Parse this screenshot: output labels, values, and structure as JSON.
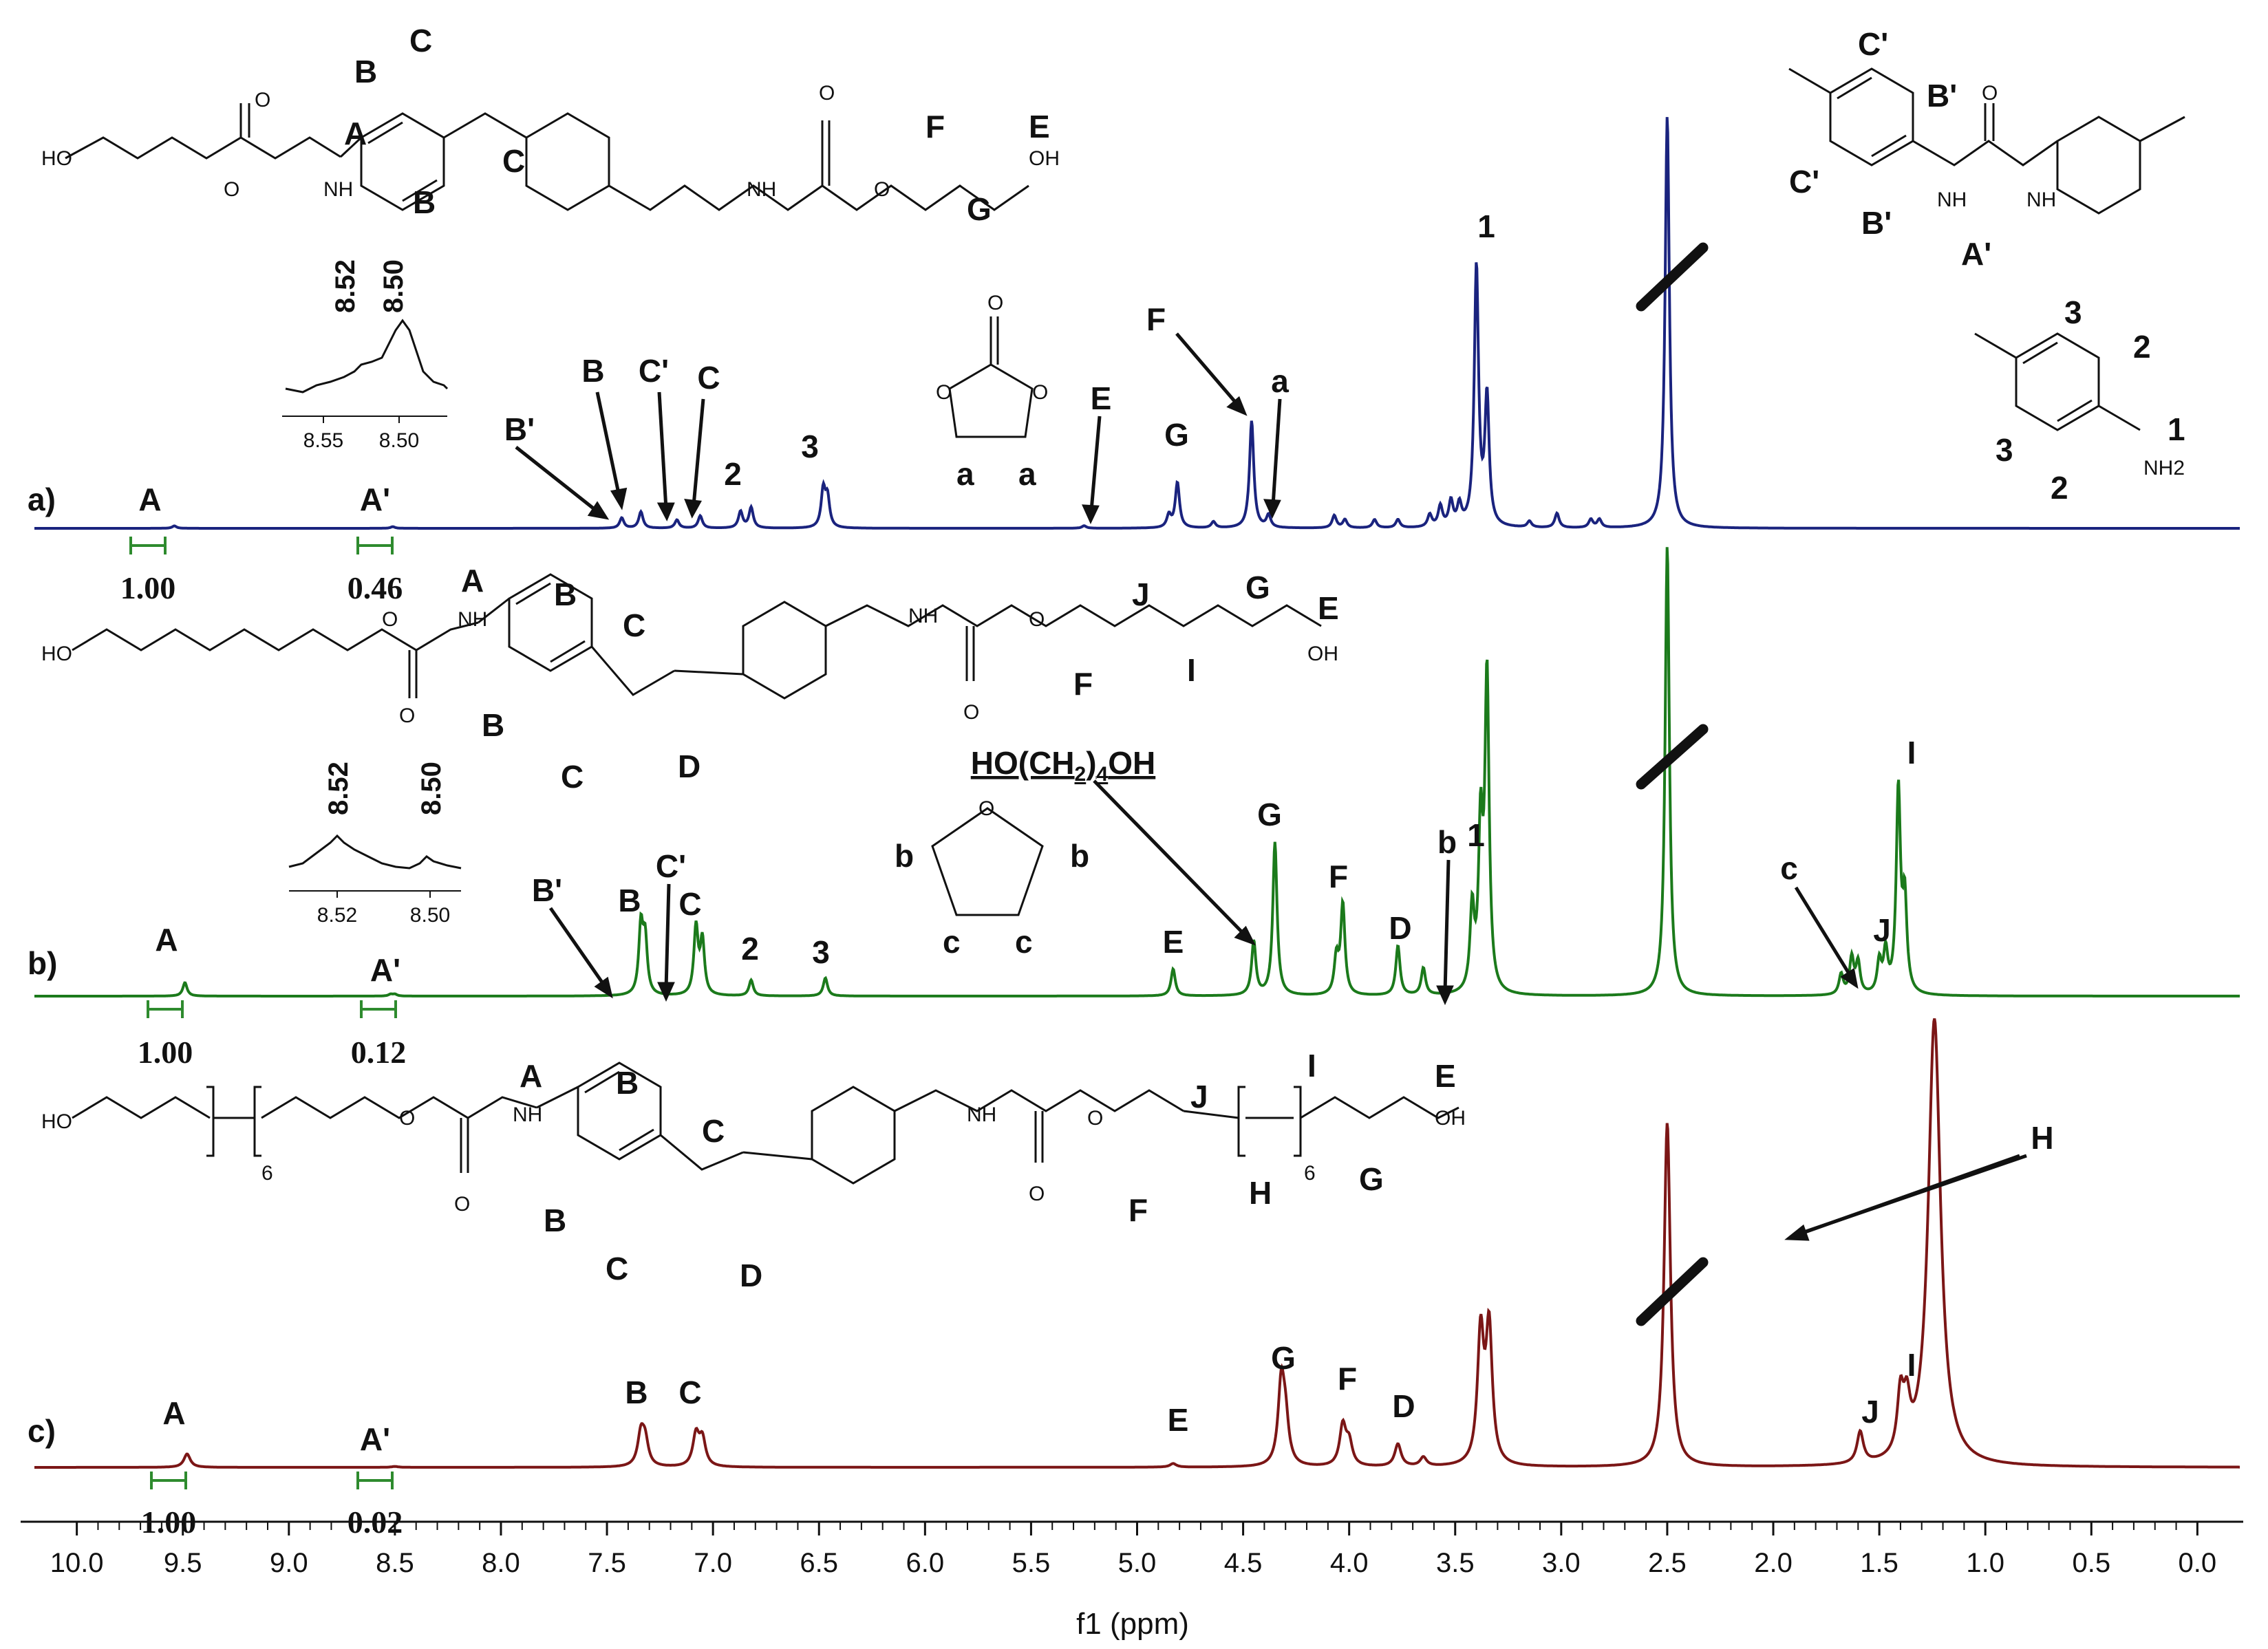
{
  "chart_data": {
    "type": "line",
    "title": "",
    "xlabel": "f1 (ppm)",
    "ylabel": "",
    "xlim": [
      10.2,
      -0.2
    ],
    "x_reversed": true,
    "grid": false,
    "legend": "none",
    "x_ticks": [
      "10.0",
      "9.5",
      "9.0",
      "8.5",
      "8.0",
      "7.5",
      "7.0",
      "6.5",
      "6.0",
      "5.5",
      "5.0",
      "4.5",
      "4.0",
      "3.5",
      "3.0",
      "2.5",
      "2.0",
      "1.5",
      "1.0",
      "0.5",
      "0.0"
    ],
    "series": [
      {
        "label": "a)",
        "color": "#1a237e",
        "peaks": [
          {
            "x": 9.54,
            "h": 0.006
          },
          {
            "x": 8.51,
            "h": 0.004
          },
          {
            "x": 7.43,
            "h": 0.025
          },
          {
            "x": 7.34,
            "h": 0.04
          },
          {
            "x": 7.17,
            "h": 0.02
          },
          {
            "x": 7.06,
            "h": 0.03
          },
          {
            "x": 6.87,
            "h": 0.04
          },
          {
            "x": 6.82,
            "h": 0.05
          },
          {
            "x": 6.48,
            "h": 0.09
          },
          {
            "x": 6.46,
            "h": 0.07
          },
          {
            "x": 5.25,
            "h": 0.006
          },
          {
            "x": 4.85,
            "h": 0.03
          },
          {
            "x": 4.81,
            "h": 0.11
          },
          {
            "x": 4.64,
            "h": 0.015
          },
          {
            "x": 4.46,
            "h": 0.26
          },
          {
            "x": 4.38,
            "h": 0.03
          },
          {
            "x": 4.07,
            "h": 0.03
          },
          {
            "x": 4.02,
            "h": 0.02
          },
          {
            "x": 3.88,
            "h": 0.02
          },
          {
            "x": 3.77,
            "h": 0.02
          },
          {
            "x": 3.62,
            "h": 0.03
          },
          {
            "x": 3.57,
            "h": 0.05
          },
          {
            "x": 3.52,
            "h": 0.06
          },
          {
            "x": 3.48,
            "h": 0.05
          },
          {
            "x": 3.4,
            "h": 0.63
          },
          {
            "x": 3.35,
            "h": 0.31
          },
          {
            "x": 3.15,
            "h": 0.015
          },
          {
            "x": 3.02,
            "h": 0.035
          },
          {
            "x": 2.86,
            "h": 0.02
          },
          {
            "x": 2.82,
            "h": 0.02
          },
          {
            "x": 2.5,
            "h": 1.0
          }
        ],
        "integrals": [
          {
            "x": 9.54,
            "value": "1.00"
          },
          {
            "x": 8.5,
            "value": "0.46"
          }
        ],
        "labels": [
          {
            "text": "A",
            "x": 9.54
          },
          {
            "text": "A'",
            "x": 8.5
          },
          {
            "text": "B'",
            "x": 7.7
          },
          {
            "text": "B",
            "x": 7.4
          },
          {
            "text": "C'",
            "x": 7.1
          },
          {
            "text": "C",
            "x": 6.9
          },
          {
            "text": "2",
            "x": 6.8
          },
          {
            "text": "3",
            "x": 6.5
          },
          {
            "text": "E",
            "x": 5.2
          },
          {
            "text": "G",
            "x": 4.8
          },
          {
            "text": "F",
            "x": 4.7
          },
          {
            "text": "a",
            "x": 4.3
          },
          {
            "text": "1",
            "x": 3.4
          }
        ],
        "inset": {
          "ticks": [
            "8.55",
            "8.50"
          ],
          "peaks": [
            "8.52",
            "8.50"
          ]
        }
      },
      {
        "label": "b)",
        "color": "#1b7a1b",
        "peaks": [
          {
            "x": 9.49,
            "h": 0.03
          },
          {
            "x": 8.52,
            "h": 0.004
          },
          {
            "x": 8.5,
            "h": 0.004
          },
          {
            "x": 7.34,
            "h": 0.15
          },
          {
            "x": 7.32,
            "h": 0.12
          },
          {
            "x": 7.08,
            "h": 0.15
          },
          {
            "x": 7.05,
            "h": 0.12
          },
          {
            "x": 6.82,
            "h": 0.035
          },
          {
            "x": 6.47,
            "h": 0.04
          },
          {
            "x": 4.83,
            "h": 0.06
          },
          {
            "x": 4.45,
            "h": 0.12
          },
          {
            "x": 4.35,
            "h": 0.34
          },
          {
            "x": 4.06,
            "h": 0.08
          },
          {
            "x": 4.03,
            "h": 0.2
          },
          {
            "x": 3.77,
            "h": 0.11
          },
          {
            "x": 3.65,
            "h": 0.06
          },
          {
            "x": 3.42,
            "h": 0.18
          },
          {
            "x": 3.38,
            "h": 0.35
          },
          {
            "x": 3.35,
            "h": 0.7
          },
          {
            "x": 2.5,
            "h": 1.0
          },
          {
            "x": 1.68,
            "h": 0.045
          },
          {
            "x": 1.63,
            "h": 0.08
          },
          {
            "x": 1.6,
            "h": 0.07
          },
          {
            "x": 1.5,
            "h": 0.07
          },
          {
            "x": 1.47,
            "h": 0.09
          },
          {
            "x": 1.41,
            "h": 0.45
          },
          {
            "x": 1.38,
            "h": 0.2
          }
        ],
        "integrals": [
          {
            "x": 9.49,
            "value": "1.00"
          },
          {
            "x": 8.5,
            "value": "0.12"
          }
        ],
        "labels": [
          {
            "text": "A",
            "x": 9.49
          },
          {
            "text": "A'",
            "x": 8.5
          },
          {
            "text": "B'",
            "x": 7.7
          },
          {
            "text": "B",
            "x": 7.33
          },
          {
            "text": "C'",
            "x": 7.2
          },
          {
            "text": "C",
            "x": 7.0
          },
          {
            "text": "2",
            "x": 6.8
          },
          {
            "text": "3",
            "x": 6.47
          },
          {
            "text": "E",
            "x": 4.83
          },
          {
            "text": "HO(CH2)4OH",
            "x": 4.6
          },
          {
            "text": "G",
            "x": 4.36
          },
          {
            "text": "F",
            "x": 4.04
          },
          {
            "text": "D",
            "x": 3.77
          },
          {
            "text": "b",
            "x": 3.55
          },
          {
            "text": "1",
            "x": 3.4
          },
          {
            "text": "c",
            "x": 1.8
          },
          {
            "text": "J",
            "x": 1.55
          },
          {
            "text": "I",
            "x": 1.42
          }
        ],
        "inset": {
          "ticks": [
            "8.52",
            "8.50"
          ],
          "peaks": [
            "8.52",
            "8.50"
          ]
        }
      },
      {
        "label": "c)",
        "color": "#7b1616",
        "peaks": [
          {
            "x": 9.48,
            "h": 0.03
          },
          {
            "x": 8.5,
            "h": 0.002
          },
          {
            "x": 7.34,
            "h": 0.07
          },
          {
            "x": 7.32,
            "h": 0.055
          },
          {
            "x": 7.08,
            "h": 0.07
          },
          {
            "x": 7.05,
            "h": 0.06
          },
          {
            "x": 4.83,
            "h": 0.008
          },
          {
            "x": 4.32,
            "h": 0.18
          },
          {
            "x": 4.3,
            "h": 0.09
          },
          {
            "x": 4.03,
            "h": 0.09
          },
          {
            "x": 4.0,
            "h": 0.05
          },
          {
            "x": 3.77,
            "h": 0.05
          },
          {
            "x": 3.65,
            "h": 0.02
          },
          {
            "x": 3.38,
            "h": 0.29
          },
          {
            "x": 3.34,
            "h": 0.3
          },
          {
            "x": 2.5,
            "h": 0.77
          },
          {
            "x": 1.59,
            "h": 0.07
          },
          {
            "x": 1.4,
            "h": 0.13
          },
          {
            "x": 1.37,
            "h": 0.1
          },
          {
            "x": 1.24,
            "h": 1.0
          }
        ],
        "integrals": [
          {
            "x": 9.48,
            "value": "1.00"
          },
          {
            "x": 8.5,
            "value": "0.02"
          }
        ],
        "labels": [
          {
            "text": "A",
            "x": 9.48
          },
          {
            "text": "A'",
            "x": 8.5
          },
          {
            "text": "B",
            "x": 7.33
          },
          {
            "text": "C",
            "x": 7.06
          },
          {
            "text": "E",
            "x": 4.83
          },
          {
            "text": "G",
            "x": 4.31
          },
          {
            "text": "F",
            "x": 4.02
          },
          {
            "text": "D",
            "x": 3.77
          },
          {
            "text": "J",
            "x": 1.59
          },
          {
            "text": "I",
            "x": 1.39
          },
          {
            "text": "H",
            "x": 1.1
          }
        ]
      }
    ]
  },
  "structures": {
    "a_main": {
      "atoms": [
        "HO",
        "O",
        "O",
        "NH",
        "NH",
        "O",
        "O",
        "OH"
      ],
      "labels": [
        "A",
        "B",
        "C",
        "B",
        "C",
        "F",
        "E",
        "G"
      ]
    },
    "a_urea": {
      "atoms": [
        "O",
        "NH",
        "NH"
      ],
      "labels": [
        "C'",
        "B'",
        "C'",
        "B'",
        "A'"
      ]
    },
    "a_amine": {
      "atoms": [
        "NH2"
      ],
      "labels": [
        "3",
        "2",
        "3",
        "2",
        "1"
      ]
    },
    "a_carbonate": {
      "atoms": [
        "O",
        "O",
        "O"
      ],
      "labels": [
        "a",
        "a"
      ]
    },
    "b_main": {
      "atoms": [
        "HO",
        "O",
        "O",
        "NH",
        "NH",
        "O",
        "O",
        "OH"
      ],
      "labels": [
        "A",
        "B",
        "C",
        "B",
        "C",
        "D",
        "J",
        "G",
        "E",
        "F",
        "I"
      ]
    },
    "b_thf": {
      "atoms": [
        "O"
      ],
      "labels": [
        "b",
        "b",
        "c",
        "c"
      ]
    },
    "c_main": {
      "atoms": [
        "HO",
        "6",
        "O",
        "O",
        "NH",
        "NH",
        "O",
        "O",
        "6",
        "OH"
      ],
      "labels": [
        "A",
        "B",
        "C",
        "B",
        "C",
        "D",
        "J",
        "I",
        "E",
        "F",
        "H",
        "G"
      ]
    }
  }
}
